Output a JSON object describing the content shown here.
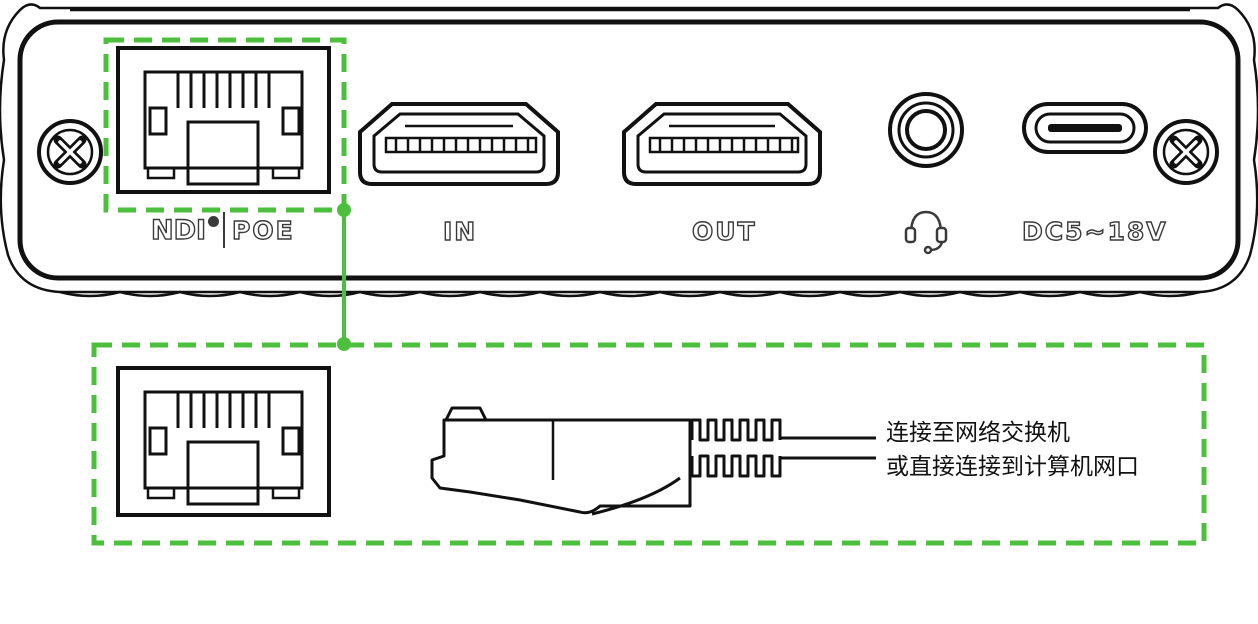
{
  "port_labels": {
    "ndi": "NDI",
    "poe": "POE",
    "hdmi_in": "IN",
    "hdmi_out": "OUT",
    "audio": "headset-icon",
    "power": "DC5~18V"
  },
  "callout": {
    "line1": "连接至网络交换机",
    "line2": "或直接连接到计算机网口"
  },
  "colors": {
    "highlight": "#4cc03c",
    "stroke": "#111111",
    "label_outline": "#3a3a3a"
  }
}
